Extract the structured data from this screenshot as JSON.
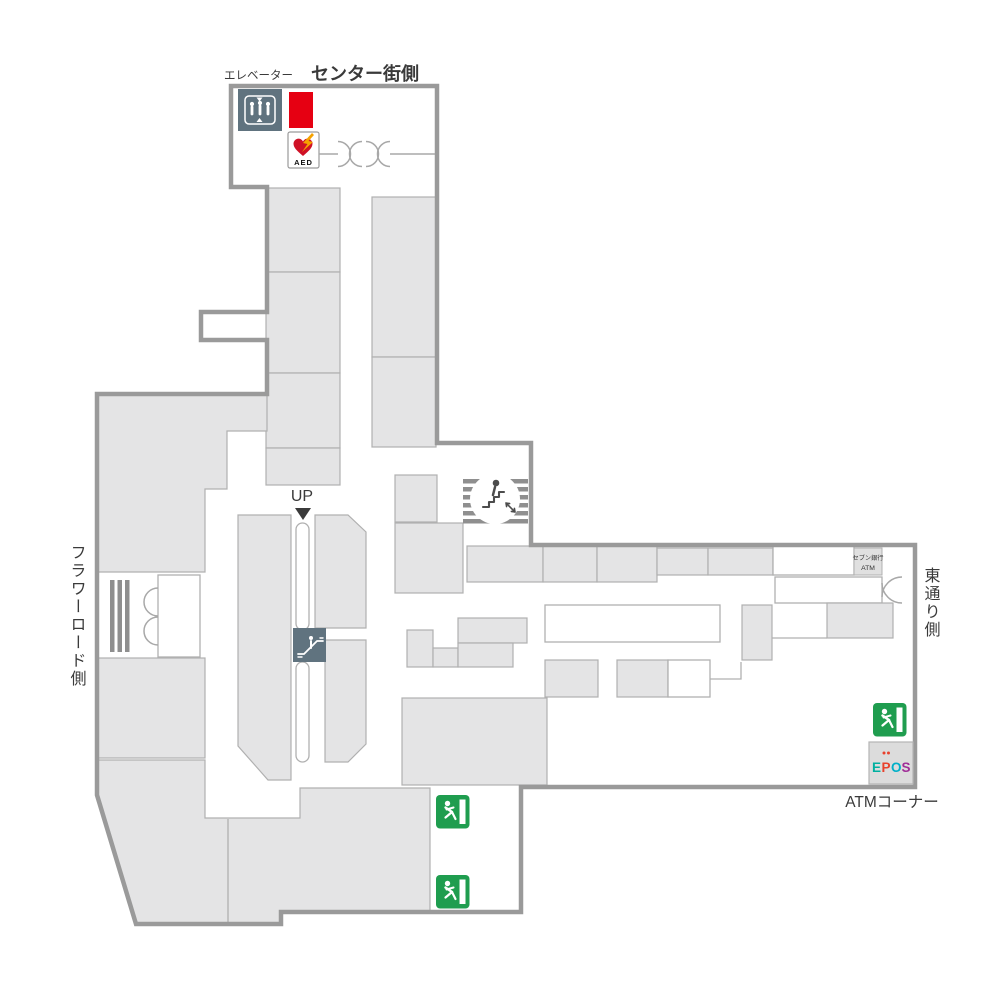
{
  "labels": {
    "street_top": "センター街側",
    "elevator": "エレベーター",
    "street_left": "フラワーロード側",
    "street_right": "東通り側",
    "atm_corner": "ATMコーナー",
    "up": "UP",
    "aed": "AED",
    "seven_bank_line1": "セブン銀行",
    "seven_bank_line2": "ATM"
  },
  "epos_letters": [
    "E",
    "P",
    "O",
    "S"
  ],
  "icons": {
    "elevator": "elevator-icon",
    "aed": "aed-icon",
    "current_location_marker": "red-marker",
    "double_doors": "double-door-icon",
    "stairs": "stairs-icon",
    "escalator": "escalator-icon",
    "emergency_exit": "emergency-exit-icon",
    "seven_bank_atm": "seven-bank-atm-box",
    "epos_atm": "epos-atm-box",
    "entrance_doors": "door-swing-icon"
  },
  "colors": {
    "room_fill": "#e4e4e5",
    "room_border": "#b0b0b0",
    "wall": "#9a9a9a",
    "slate_icon": "#60737f",
    "exit_green": "#1f9d4f",
    "marker_red": "#e60012",
    "aed_heart": "#cf1126",
    "aed_bolt": "#f5a200",
    "text_dark": "#3a3a3a",
    "epos_e": "#00b0a0",
    "epos_p": "#e8412c",
    "epos_o": "#00b0c8",
    "epos_s": "#a02d98"
  }
}
